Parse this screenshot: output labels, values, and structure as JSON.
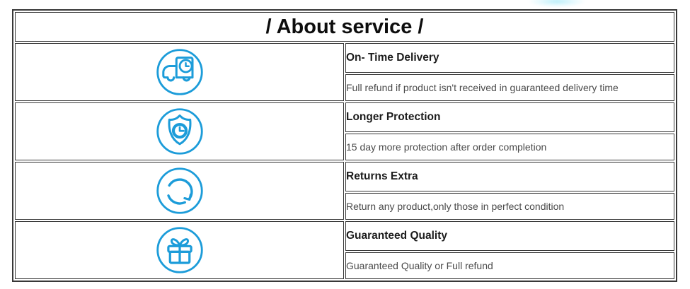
{
  "colors": {
    "accent": "#1c9cd9",
    "border": "#383838",
    "title_text": "#1c1c1c",
    "description_text": "#4a4a4a",
    "background": "#ffffff"
  },
  "header": {
    "title": "/ About service /"
  },
  "services": [
    {
      "icon": "truck-clock-icon",
      "title": "On- Time Delivery",
      "description": "Full refund if product isn't received in guaranteed delivery time"
    },
    {
      "icon": "shield-clock-icon",
      "title": "Longer Protection",
      "description": "15 day more protection after order completion"
    },
    {
      "icon": "circular-arrow-icon",
      "title": "Returns Extra",
      "description": "Return any product,only those in perfect condition"
    },
    {
      "icon": "gift-box-icon",
      "title": "Guaranteed Quality",
      "description": "Guaranteed Quality or Full refund"
    }
  ]
}
